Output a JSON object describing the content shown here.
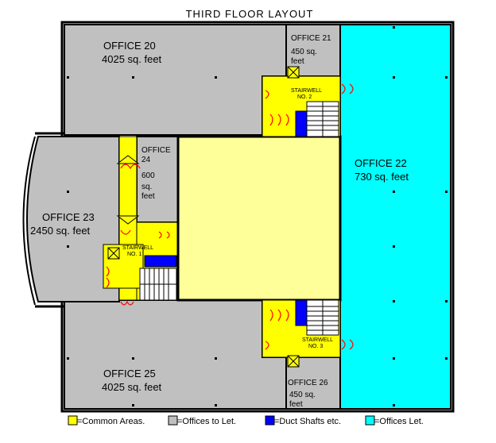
{
  "title": "THIRD FLOOR LAYOUT",
  "colors": {
    "common": "#ffff00",
    "offices_to_let": "#c0c0c0",
    "duct_shafts": "#0000ff",
    "offices_let": "#00ffff",
    "center_core": "#ffff99",
    "door": "#ff0000"
  },
  "rooms": {
    "office20": {
      "name": "OFFICE 20",
      "area": "4025 sq. feet"
    },
    "office21": {
      "name": "OFFICE 21",
      "area_line1": "450 sq.",
      "area_line2": "feet"
    },
    "office22": {
      "name": "OFFICE 22",
      "area": "730 sq. feet"
    },
    "office23": {
      "name": "OFFICE 23",
      "area": "2450 sq. feet"
    },
    "office24": {
      "name_line1": "OFFICE",
      "name_line2": "24",
      "area_line1": "600",
      "area_line2": "sq.",
      "area_line3": "feet"
    },
    "office25": {
      "name": "OFFICE 25",
      "area": "4025 sq. feet"
    },
    "office26": {
      "name": "OFFICE 26",
      "area_line1": "450 sq.",
      "area_line2": "feet"
    }
  },
  "stairwells": {
    "s1": {
      "line1": "STAIRWELL",
      "line2": "NO. 1"
    },
    "s2": {
      "line1": "STAIRWELL",
      "line2": "NO. 2"
    },
    "s3": {
      "line1": "STAIRWELL",
      "line2": "NO. 3"
    }
  },
  "legend": {
    "common": "=Common Areas.",
    "to_let": "=Offices to Let.",
    "ducts": "=Duct Shafts etc.",
    "let": "=Offices Let."
  }
}
